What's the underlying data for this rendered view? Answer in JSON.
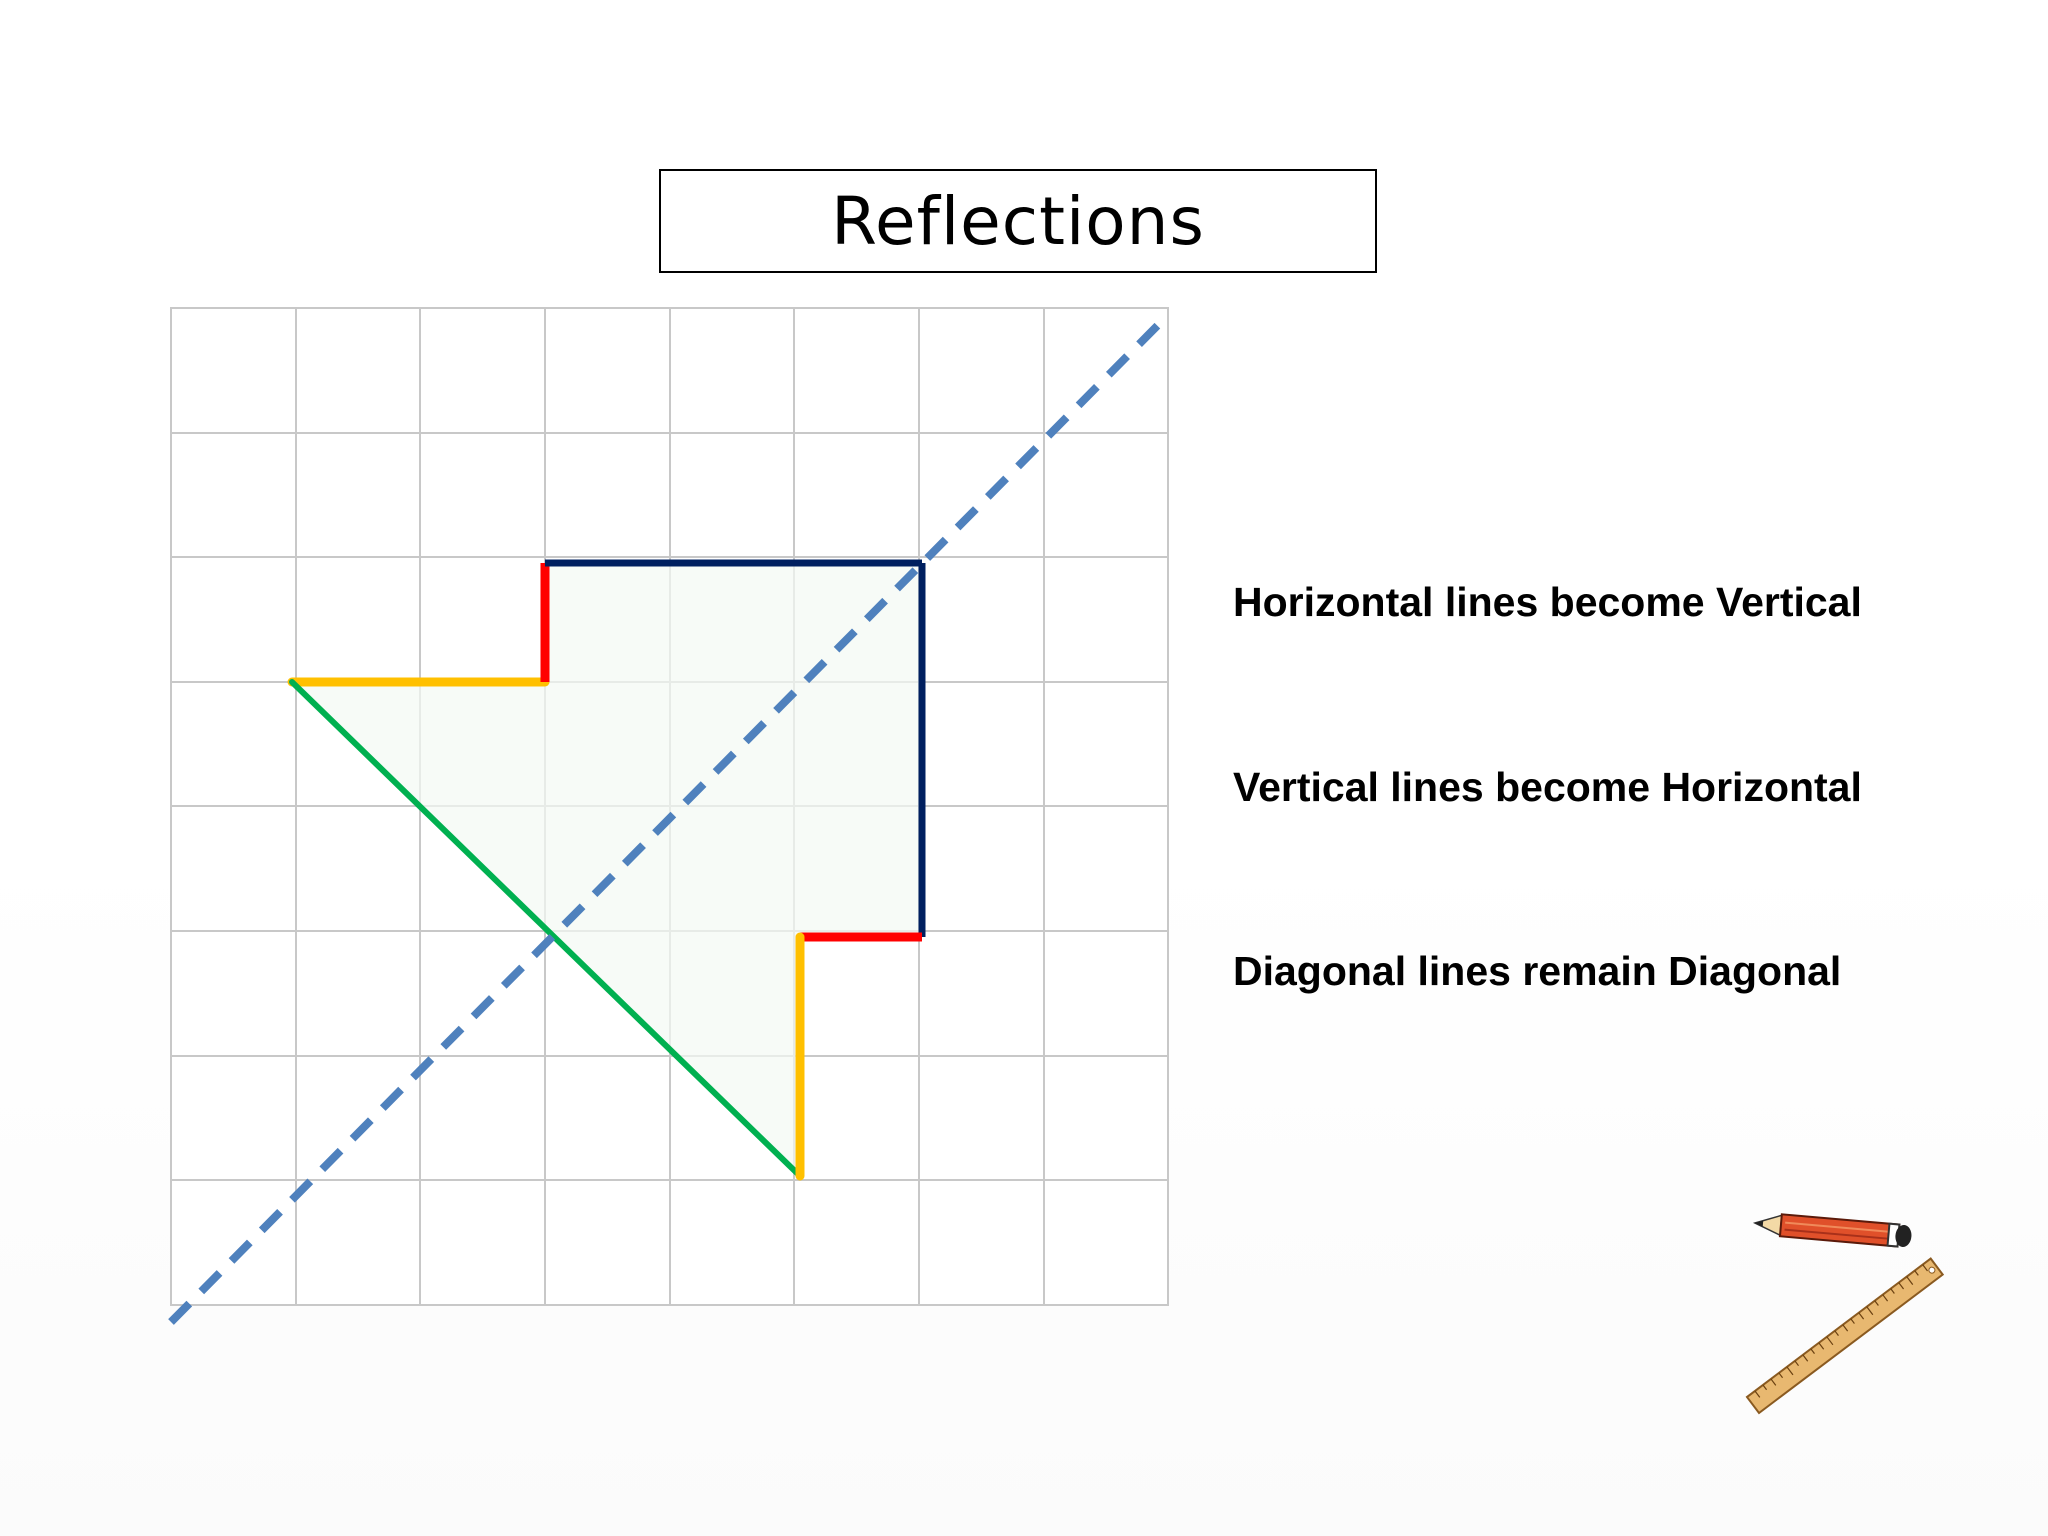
{
  "slide": {
    "title": "Reflections",
    "statements": [
      "Horizontal lines become Vertical",
      "Vertical lines become Horizontal",
      "Diagonal lines remain Diagonal"
    ]
  },
  "diagram": {
    "grid_cells": 8,
    "colors": {
      "grid": "#c8c8c8",
      "mirror_line": "#4f81bd",
      "red": "#ff0000",
      "yellow": "#ffc000",
      "navy": "#002060",
      "green": "#00b050"
    },
    "icons": [
      "pencil-icon",
      "ruler-icon"
    ]
  }
}
